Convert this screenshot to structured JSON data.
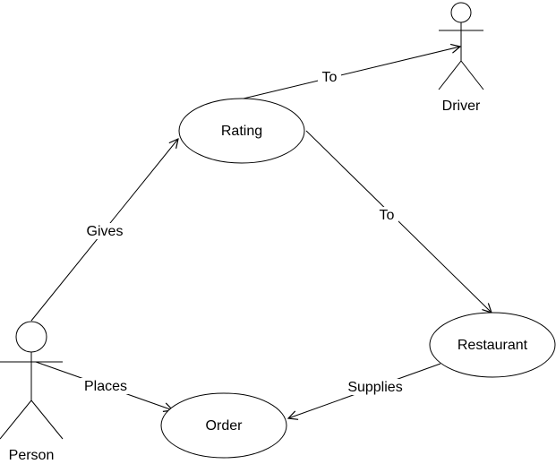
{
  "actors": {
    "driver": {
      "label": "Driver"
    },
    "person": {
      "label": "Person"
    }
  },
  "nodes": {
    "rating": {
      "label": "Rating"
    },
    "restaurant": {
      "label": "Restaurant"
    },
    "order": {
      "label": "Order"
    }
  },
  "edges": {
    "rating_to_driver": {
      "label": "To"
    },
    "rating_to_restaurant": {
      "label": "To"
    },
    "person_gives_rating": {
      "label": "Gives"
    },
    "person_places_order": {
      "label": "Places"
    },
    "restaurant_supplies_order": {
      "label": "Supplies"
    }
  },
  "colors": {
    "stroke": "#000000",
    "background": "#ffffff"
  }
}
